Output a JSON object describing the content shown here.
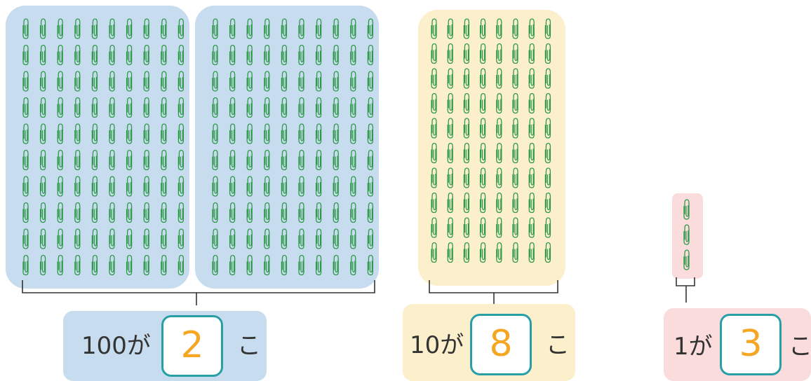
{
  "colors": {
    "hundreds_panel": "#c7dcee",
    "tens_panel": "#fcf0cc",
    "ones_panel": "#fadcdc",
    "clip_stroke": "#2e9a4a",
    "answer_border": "#26a0a6",
    "answer_text": "#f5a623"
  },
  "groups": [
    {
      "place": "hundreds",
      "label_prefix": "100が",
      "answer": "2",
      "suffix": "こ",
      "clip_count": 200
    },
    {
      "place": "tens",
      "label_prefix": "10が",
      "answer": "8",
      "suffix": "こ",
      "clip_count": 80
    },
    {
      "place": "ones",
      "label_prefix": "1が",
      "answer": "3",
      "suffix": "こ",
      "clip_count": 3
    }
  ],
  "icon": "paperclip-icon"
}
